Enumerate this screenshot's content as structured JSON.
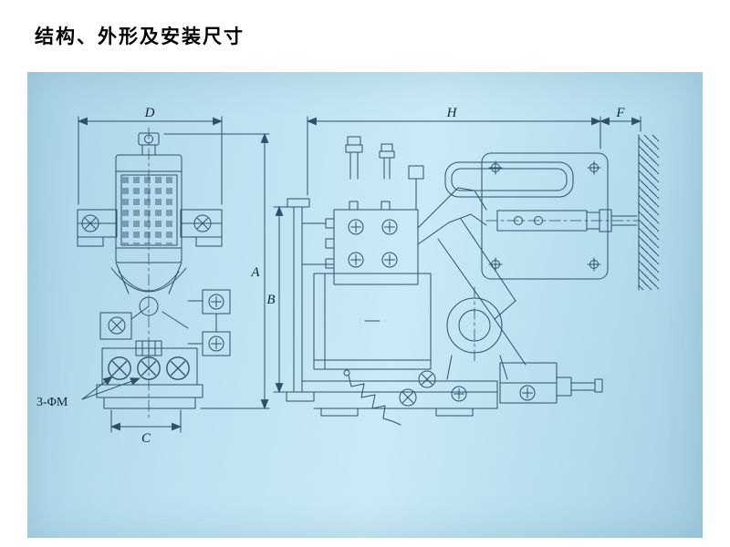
{
  "page": {
    "title": "结构、外形及安装尺寸"
  },
  "drawing": {
    "front_view": {
      "dim_width_top": "D",
      "dim_height_right": "A",
      "dim_width_bottom": "C",
      "hole_callout": "3-ΦM"
    },
    "side_view": {
      "dim_width_top": "H",
      "dim_depth_top_right": "F",
      "dim_height_left": "B"
    }
  },
  "colors": {
    "panel_background": "#b7deee",
    "drawing_line": "#2e5068",
    "label_text": "#0f2633",
    "title_text": "#000000"
  }
}
